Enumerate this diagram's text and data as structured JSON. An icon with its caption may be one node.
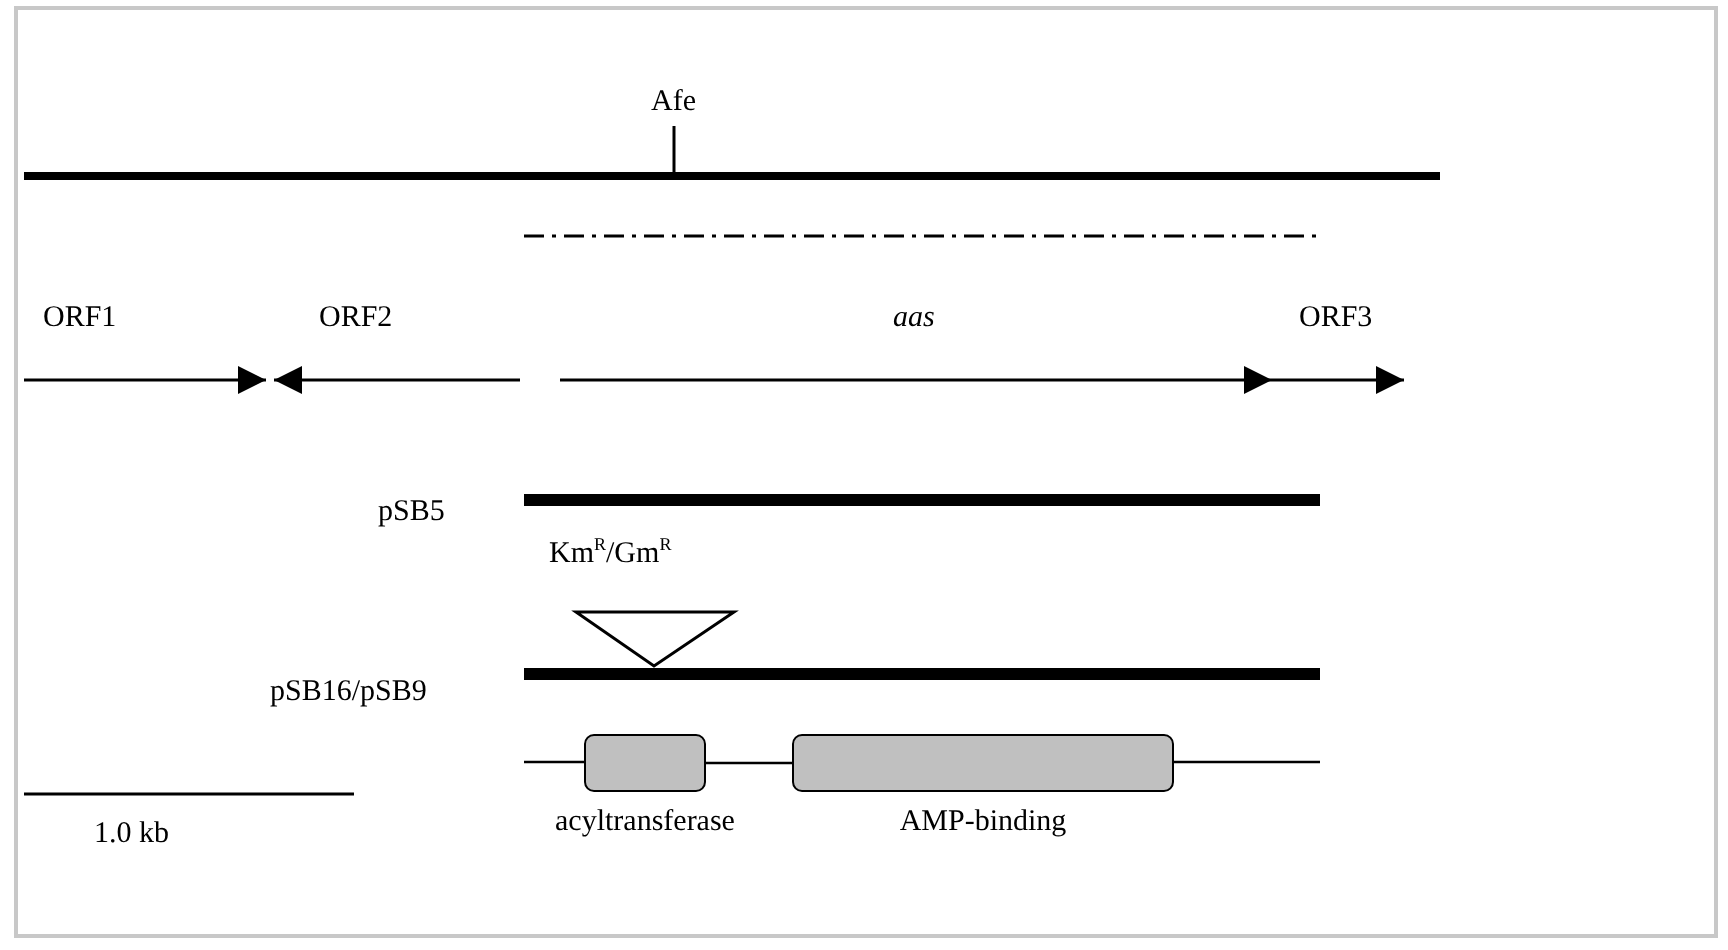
{
  "diagram": {
    "nodes": [
      {
        "text": [
          "acyltransferase"
        ]
      },
      {
        "text": [
          "AMP-binding"
        ]
      }
    ],
    "edges": [
      {
        "from": 0,
        "to": 1,
        "arrow": "none"
      }
    ],
    "labels": [
      "Afe",
      "ORF1",
      "ORF2",
      "aas",
      "ORF3",
      "pSB5",
      "Km$^{R}$/Gm$^{R}$",
      "pSB16/pSB9",
      "1.0 kb"
    ]
  }
}
